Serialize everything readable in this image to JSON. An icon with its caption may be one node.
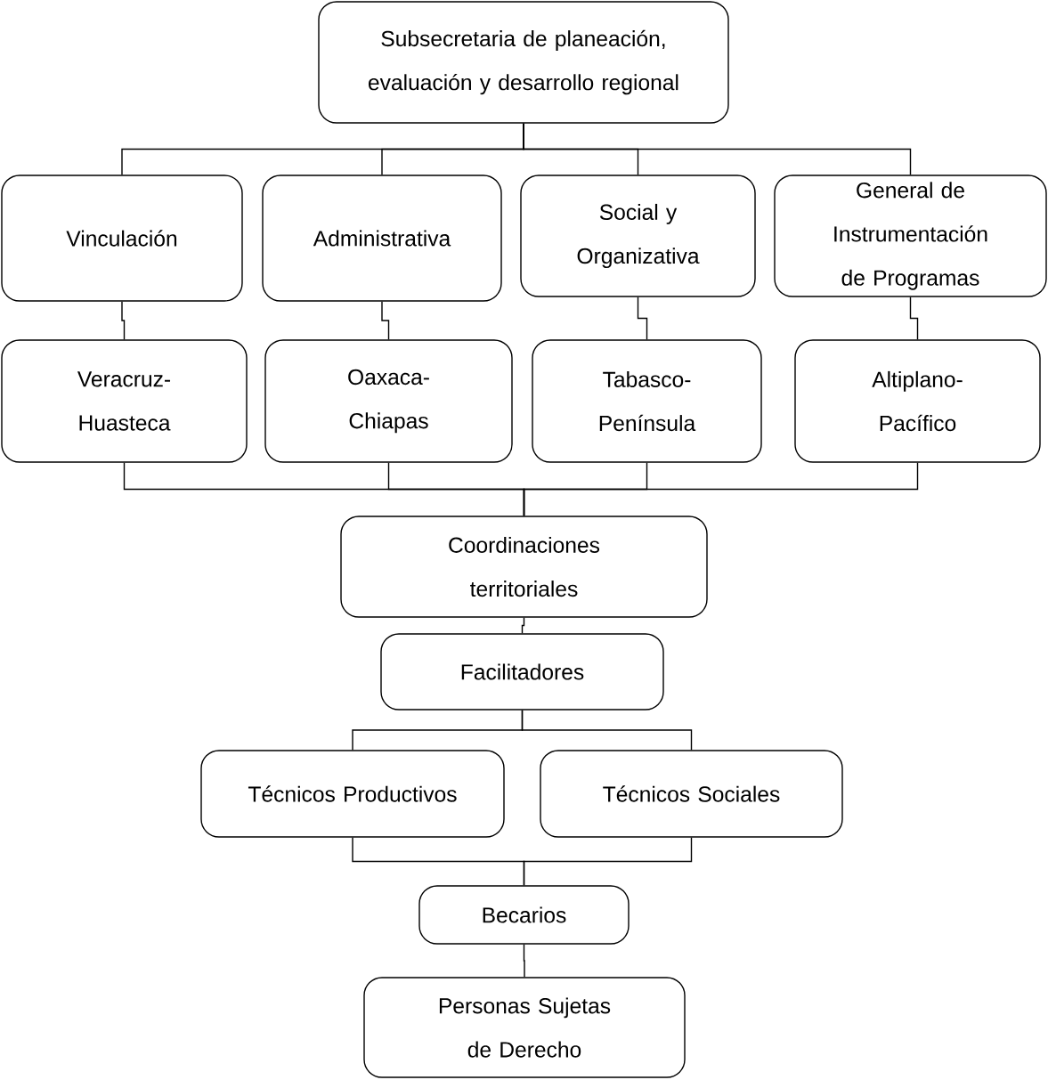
{
  "diagram": {
    "nodes": [
      {
        "text": [
          "Subsecretaria de planeación, evaluación y desarrollo regional"
        ]
      },
      {
        "text": [
          "Vinculación"
        ]
      },
      {
        "text": [
          "Administrativa"
        ]
      },
      {
        "text": [
          "Social y Organizativa"
        ]
      },
      {
        "text": [
          "General de Instrumentación de Programas"
        ]
      },
      {
        "text": [
          "Veracruz-Huasteca"
        ]
      },
      {
        "text": [
          "Oaxaca-Chiapas"
        ]
      },
      {
        "text": [
          "Tabasco-Península"
        ]
      },
      {
        "text": [
          "Altiplano-Pacífico"
        ]
      },
      {
        "text": [
          "Coordinaciones territoriales"
        ]
      },
      {
        "text": [
          "Facilitadores"
        ]
      },
      {
        "text": [
          "Técnicos Productivos"
        ]
      },
      {
        "text": [
          "Técnicos Sociales"
        ]
      },
      {
        "text": [
          "Becarios"
        ]
      },
      {
        "text": [
          "Personas Sujetas de Derecho"
        ]
      }
    ],
    "edges": [
      {
        "from": 0,
        "to": 1,
        "arrow": "none"
      },
      {
        "from": 0,
        "to": 2,
        "arrow": "none"
      },
      {
        "from": 0,
        "to": 3,
        "arrow": "none"
      },
      {
        "from": 0,
        "to": 4,
        "arrow": "none"
      },
      {
        "from": 1,
        "to": 5,
        "arrow": "none"
      },
      {
        "from": 2,
        "to": 6,
        "arrow": "none"
      },
      {
        "from": 3,
        "to": 7,
        "arrow": "none"
      },
      {
        "from": 4,
        "to": 8,
        "arrow": "none"
      },
      {
        "from": 5,
        "to": 9,
        "arrow": "none"
      },
      {
        "from": 6,
        "to": 9,
        "arrow": "none"
      },
      {
        "from": 7,
        "to": 9,
        "arrow": "none"
      },
      {
        "from": 8,
        "to": 9,
        "arrow": "none"
      },
      {
        "from": 9,
        "to": 10,
        "arrow": "none"
      },
      {
        "from": 10,
        "to": 11,
        "arrow": "none"
      },
      {
        "from": 10,
        "to": 12,
        "arrow": "none"
      },
      {
        "from": 11,
        "to": 13,
        "arrow": "none"
      },
      {
        "from": 12,
        "to": 13,
        "arrow": "none"
      },
      {
        "from": 13,
        "to": 14,
        "arrow": "none"
      }
    ]
  }
}
